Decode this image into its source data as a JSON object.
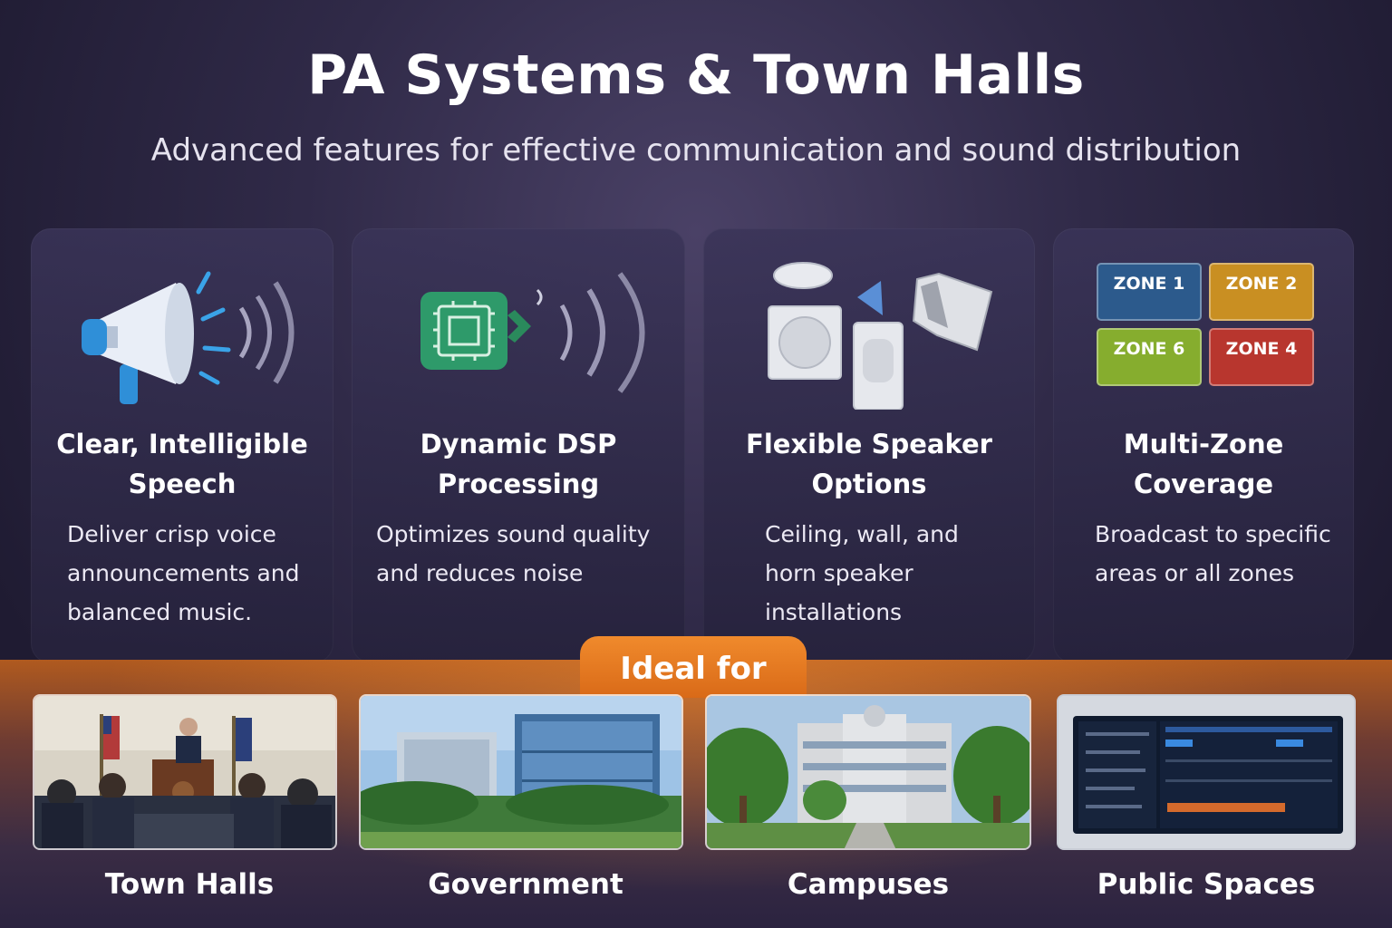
{
  "header": {
    "title": "PA Systems & Town Halls",
    "subtitle": "Advanced features for effective communication and sound distribution"
  },
  "features": [
    {
      "title_line1": "Clear, Intelligible",
      "title_line2": "Speech",
      "desc": [
        "Deliver crisp voice",
        "announcements and",
        "balanced music."
      ],
      "icon": "megaphone-icon"
    },
    {
      "title_line1": "Dynamic DSP",
      "title_line2": "Processing",
      "desc": [
        "Optimizes sound quality",
        "and reduces noise"
      ],
      "icon": "dsp-chip-icon"
    },
    {
      "title_line1": "Flexible Speaker",
      "title_line2": "Options",
      "desc": [
        "Ceiling, wall, and",
        "horn speaker",
        "installations"
      ],
      "icon": "speakers-icon"
    },
    {
      "title_line1": "Multi-Zone",
      "title_line2": "Coverage",
      "desc": [
        "Broadcast to specific",
        "areas or all zones"
      ],
      "icon": "zones-icon"
    }
  ],
  "zones": [
    "ZONE 1",
    "ZONE 2",
    "ZONE 6",
    "ZONE 4"
  ],
  "zone_colors": [
    "#2c5a8c",
    "#c98f22",
    "#86ad2e",
    "#b8362e"
  ],
  "ideal_for": {
    "label": "Ideal for",
    "venues": [
      "Town Halls",
      "Government",
      "Campuses",
      "Public Spaces"
    ]
  },
  "colors": {
    "accent": "#e87a25",
    "background": "#2b2540"
  }
}
